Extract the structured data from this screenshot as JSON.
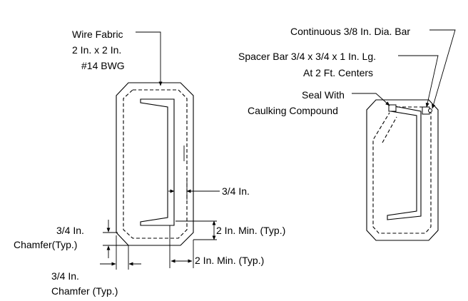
{
  "labels": {
    "wire_fabric_1": "Wire Fabric",
    "wire_fabric_2": "2 In. x 2 In.",
    "wire_fabric_3": "#14 BWG",
    "three_quarter_in": "3/4 In.",
    "two_in_min_vertical": "2 In. Min. (Typ.)",
    "two_in_min_bottom": "2 In. Min. (Typ.)",
    "chamfer_left_1": "3/4 In.",
    "chamfer_left_2": "Chamfer(Typ.)",
    "chamfer_bottom_1": "3/4 In.",
    "chamfer_bottom_2": "Chamfer (Typ.)",
    "continuous_bar": "Continuous 3/8 In. Dia. Bar",
    "spacer_bar_1": "Spacer Bar 3/4 x 3/4 x 1 In. Lg.",
    "spacer_bar_2": "At 2 Ft. Centers",
    "seal_1": "Seal With",
    "seal_2": "Caulking Compound"
  }
}
